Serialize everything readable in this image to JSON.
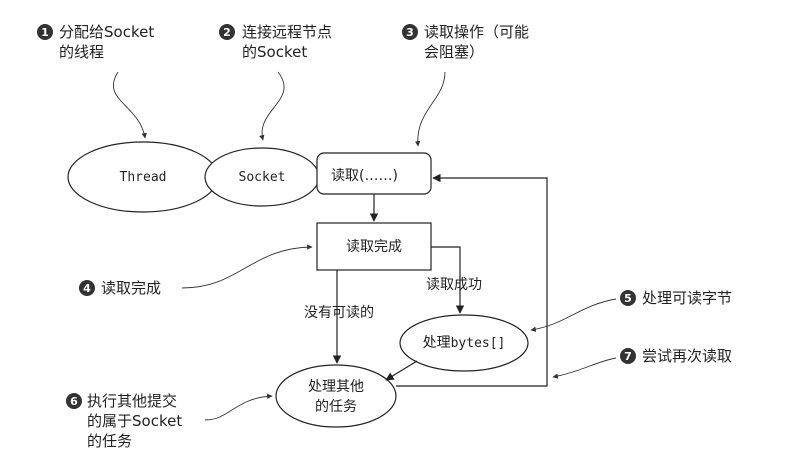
{
  "callouts": {
    "c1": {
      "number": "1",
      "line1": "分配给Socket",
      "line2": "的线程"
    },
    "c2": {
      "number": "2",
      "line1": "连接远程节点",
      "line2": "的Socket"
    },
    "c3": {
      "number": "3",
      "line1": "读取操作（可能",
      "line2": "会阻塞）"
    },
    "c4": {
      "number": "4",
      "line1": "读取完成"
    },
    "c5": {
      "number": "5",
      "line1": "处理可读字节"
    },
    "c6": {
      "number": "6",
      "line1": "执行其他提交",
      "line2": "的属于Socket",
      "line3": "的任务"
    },
    "c7": {
      "number": "7",
      "line1": "尝试再次读取"
    }
  },
  "nodes": {
    "thread": "Thread",
    "socket": "Socket",
    "read": "读取(……)",
    "read_complete": "读取完成",
    "process_prefix": "处理",
    "process_mono": "bytes[]",
    "other_line1": "处理其他",
    "other_line2": "的任务"
  },
  "edges": {
    "read_success": "读取成功",
    "nothing_readable": "没有可读的"
  }
}
